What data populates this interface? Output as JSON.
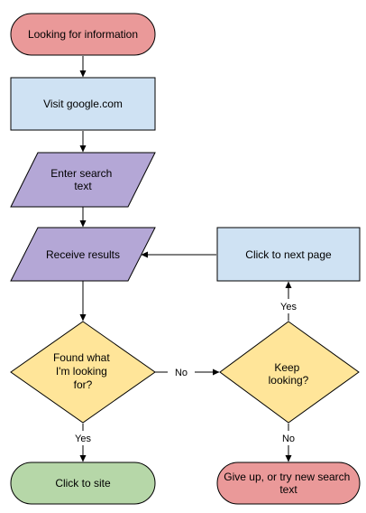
{
  "nodes": {
    "start": {
      "lines": [
        "Looking for information"
      ],
      "color": "#ea9999"
    },
    "visit": {
      "lines": [
        "Visit google.com"
      ],
      "color": "#cfe2f3"
    },
    "enter": {
      "lines": [
        "Enter search",
        "text"
      ],
      "color": "#b4a7d6"
    },
    "receive": {
      "lines": [
        "Receive results"
      ],
      "color": "#b4a7d6"
    },
    "next_page": {
      "lines": [
        "Click to next page"
      ],
      "color": "#cfe2f3"
    },
    "found": {
      "lines": [
        "Found what",
        "I'm looking",
        "for?"
      ],
      "color": "#ffe599"
    },
    "keep": {
      "lines": [
        "Keep",
        "looking?"
      ],
      "color": "#ffe599"
    },
    "click_site": {
      "lines": [
        "Click to site"
      ],
      "color": "#b6d7a8"
    },
    "give_up": {
      "lines": [
        "Give up, or try new search",
        "text"
      ],
      "color": "#ea9999"
    }
  },
  "edges": {
    "found_no": "No",
    "found_yes": "Yes",
    "keep_yes": "Yes",
    "keep_no": "No"
  }
}
